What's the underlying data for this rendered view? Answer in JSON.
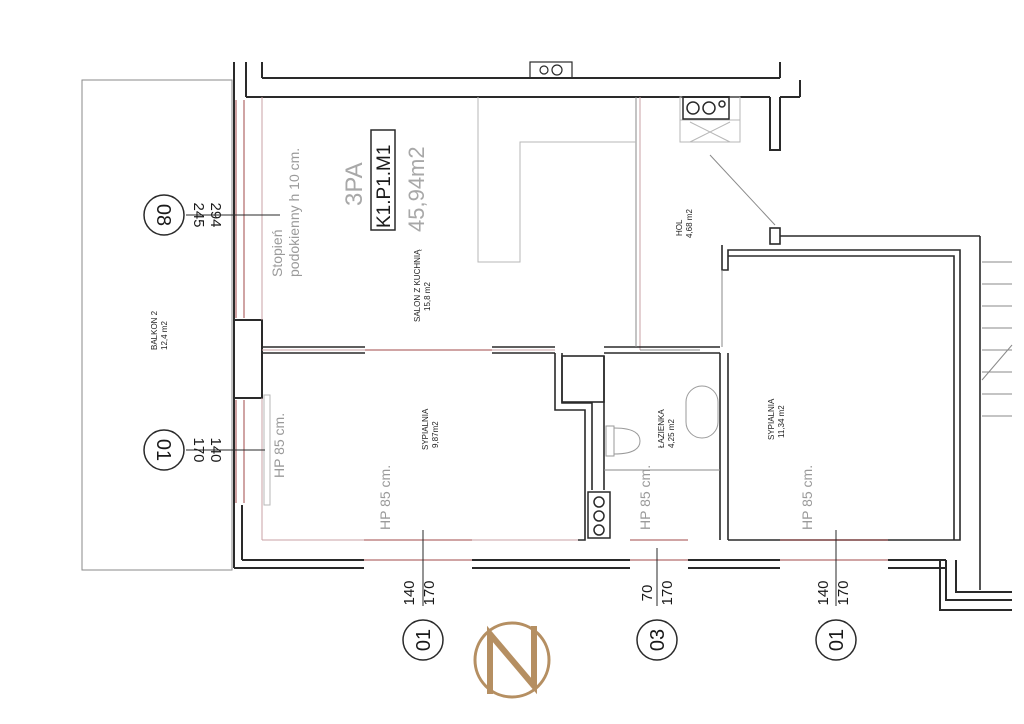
{
  "colors": {
    "wall": "#2a2a2a",
    "thin_line": "#8a8a8a",
    "pink_line": "#c9a2a6",
    "red_line": "#a04848",
    "label_gray": "#9a9a9a",
    "logo_gold": "#b58f62"
  },
  "unit": {
    "code": "K1.P1.M1",
    "area": "45,94m2",
    "type": "3PA"
  },
  "rooms": {
    "salon": {
      "name": "SALON Z KUCHNIĄ",
      "area": "15,8 m2"
    },
    "hol": {
      "name": "HOL",
      "area": "4,68 m2"
    },
    "balkon": {
      "name": "BALKON 2",
      "area": "12,4 m2"
    },
    "sypialnia1": {
      "name": "SYPIALNIA",
      "area": "9,87m2"
    },
    "lazienka": {
      "name": "ŁAZIENKA",
      "area": "4,25 m2"
    },
    "sypialnia2": {
      "name": "SYPIALNIA",
      "area": "11,34 m2"
    }
  },
  "notes": {
    "stopien_line1": "Stopień",
    "stopien_line2": "podokienny h 10 cm.",
    "hp_balcony": "HP 85 cm.",
    "hp_bed1": "HP 85 cm.",
    "hp_bath": "HP 85 cm.",
    "hp_bed2": "HP 85 cm."
  },
  "windows": {
    "w08": {
      "code": "08",
      "dim_top": "245",
      "dim_bottom": "294"
    },
    "w01_left": {
      "code": "01",
      "dim_top": "170",
      "dim_bottom": "140"
    },
    "w01_bed1": {
      "code": "01",
      "dim_top": "140",
      "dim_bottom": "170"
    },
    "w03_bath": {
      "code": "03",
      "dim_top": "70",
      "dim_bottom": "170"
    },
    "w01_bed2": {
      "code": "01",
      "dim_top": "140",
      "dim_bottom": "170"
    }
  },
  "logo": {
    "icon": "monogram-n-logo"
  }
}
